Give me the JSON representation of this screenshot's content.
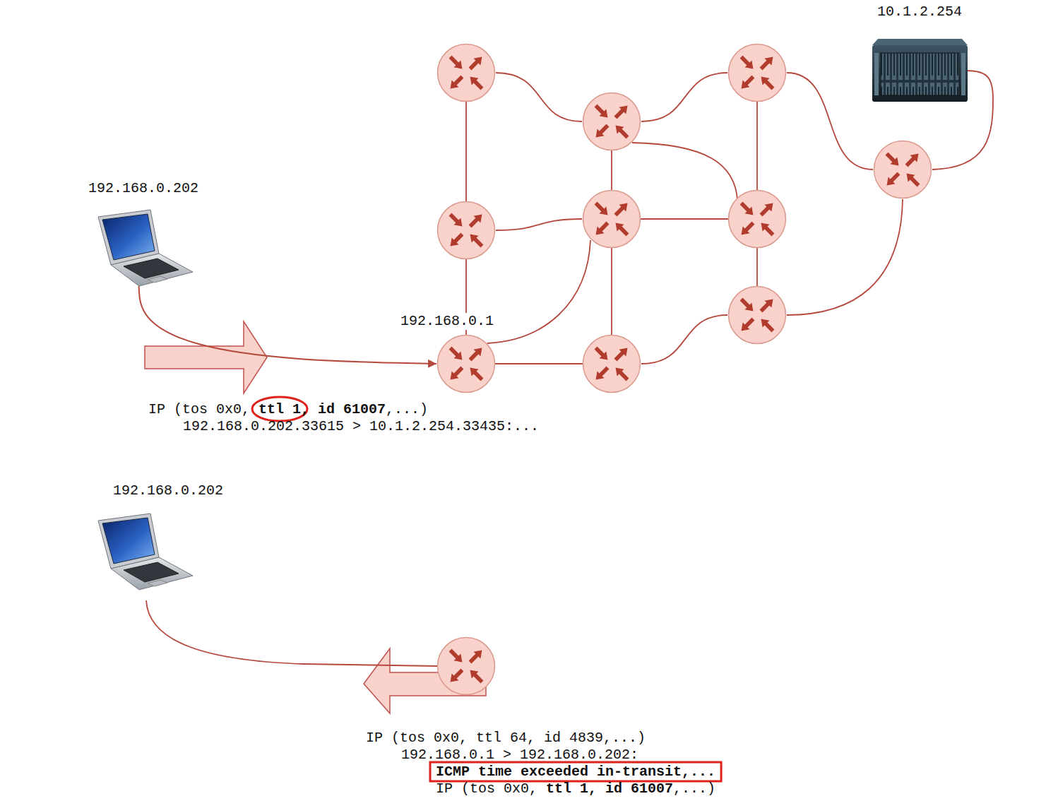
{
  "diagram": {
    "nodes": [
      {
        "text": [
          "10.1.2.254"
        ]
      },
      {
        "text": [
          "192.168.0.202"
        ]
      },
      {
        "text": [
          "192.168.0.1"
        ]
      },
      {
        "text": [
          "192.168.0.202"
        ]
      }
    ],
    "edges": [
      {
        "from": 1,
        "to": 2,
        "arrow": "to"
      }
    ],
    "labels": [
      "IP (tos 0x0,",
      "ttl 1, id 61007",
      ",...)",
      "192.168.0.202.33615 > 10.1.2.254.33435:...",
      "IP (tos 0x0, ttl 64, id 4839,...)",
      "192.168.0.1 > 192.168.0.202:",
      "ICMP time exceeded in-transit,...",
      "IP (tos 0x0,",
      "ttl 1, id 61007",
      ",...)"
    ]
  }
}
